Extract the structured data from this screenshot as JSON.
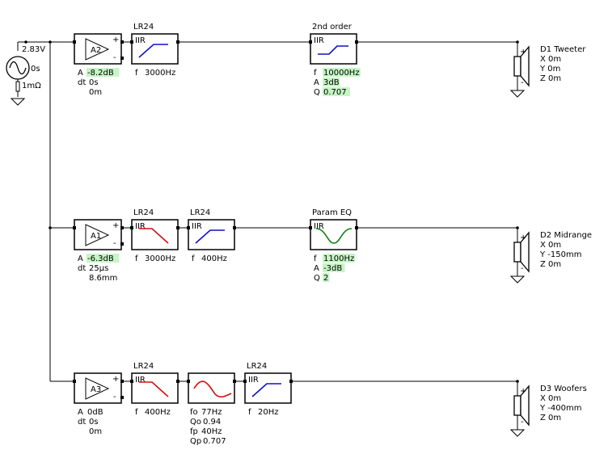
{
  "source": {
    "voltage": "2.83V",
    "delay": "0s",
    "resistance": "1mΩ"
  },
  "chains": [
    {
      "id": "tweeter",
      "amp": {
        "name": "A2",
        "gain_label": "A",
        "gain": "-8.2dB",
        "delay_label": "dt",
        "delay": "0s",
        "distance": "0m",
        "gain_highlight": true,
        "delay_highlight": false
      },
      "blocks": [
        {
          "title": "LR24",
          "kind": "iir",
          "curve": "highpass",
          "color": "#1010c8",
          "params": [
            {
              "label": "f",
              "value": "3000Hz",
              "hl": false
            }
          ]
        },
        {
          "title": "2nd order",
          "kind": "iir",
          "curve": "shelf",
          "color": "#1010c8",
          "params": [
            {
              "label": "f",
              "value": "10000Hz",
              "hl": true
            },
            {
              "label": "A",
              "value": "3dB",
              "hl": true
            },
            {
              "label": "Q",
              "value": "0.707",
              "hl": true
            }
          ]
        }
      ],
      "driver": {
        "name": "D1 Tweeter",
        "color": "#d01010",
        "coords": [
          "X 0m",
          "Y 0m",
          "Z 0m"
        ]
      }
    },
    {
      "id": "midrange",
      "amp": {
        "name": "A1",
        "gain_label": "A",
        "gain": "-6.3dB",
        "delay_label": "dt",
        "delay": "25µs",
        "distance": "8.6mm",
        "gain_highlight": true,
        "delay_highlight": false
      },
      "blocks": [
        {
          "title": "LR24",
          "kind": "iir",
          "curve": "lowpass",
          "color": "#d01010",
          "params": [
            {
              "label": "f",
              "value": "3000Hz",
              "hl": false
            }
          ]
        },
        {
          "title": "LR24",
          "kind": "iir",
          "curve": "highpass",
          "color": "#1010c8",
          "params": [
            {
              "label": "f",
              "value": "400Hz",
              "hl": false
            }
          ]
        },
        {
          "title": "Param EQ",
          "kind": "iir",
          "curve": "dip",
          "color": "#108010",
          "params": [
            {
              "label": "f",
              "value": "1100Hz",
              "hl": true
            },
            {
              "label": "A",
              "value": "-3dB",
              "hl": true
            },
            {
              "label": "Q",
              "value": "2",
              "hl": true
            }
          ]
        }
      ],
      "driver": {
        "name": "D2 Midrange",
        "color": "#108010",
        "coords": [
          "X 0m",
          "Y -150mm",
          "Z 0m"
        ]
      }
    },
    {
      "id": "woofers",
      "amp": {
        "name": "A3",
        "gain_label": "A",
        "gain": "0dB",
        "delay_label": "dt",
        "delay": "0s",
        "distance": "0m",
        "gain_highlight": false,
        "delay_highlight": false
      },
      "blocks": [
        {
          "title": "LR24",
          "kind": "iir",
          "curve": "lowpass",
          "color": "#d01010",
          "params": [
            {
              "label": "f",
              "value": "400Hz",
              "hl": false
            }
          ]
        },
        {
          "title": "",
          "kind": "plain",
          "curve": "sine",
          "color": "#d01010",
          "params": [
            {
              "label": "fo",
              "value": "77Hz",
              "hl": false
            },
            {
              "label": "Qo",
              "value": "0.94",
              "hl": false
            },
            {
              "label": "fp",
              "value": "40Hz",
              "hl": false
            },
            {
              "label": "Qp",
              "value": "0.707",
              "hl": false
            }
          ]
        },
        {
          "title": "LR24",
          "kind": "iir",
          "curve": "highpass",
          "color": "#1010c8",
          "params": [
            {
              "label": "f",
              "value": "20Hz",
              "hl": false
            }
          ]
        }
      ],
      "driver": {
        "name": "D3 Woofers",
        "color": "#1010c8",
        "coords": [
          "X 0m",
          "Y -400mm",
          "Z 0m"
        ]
      }
    }
  ],
  "labels": {
    "iir": "IIR",
    "plus": "+",
    "minus": "-"
  }
}
